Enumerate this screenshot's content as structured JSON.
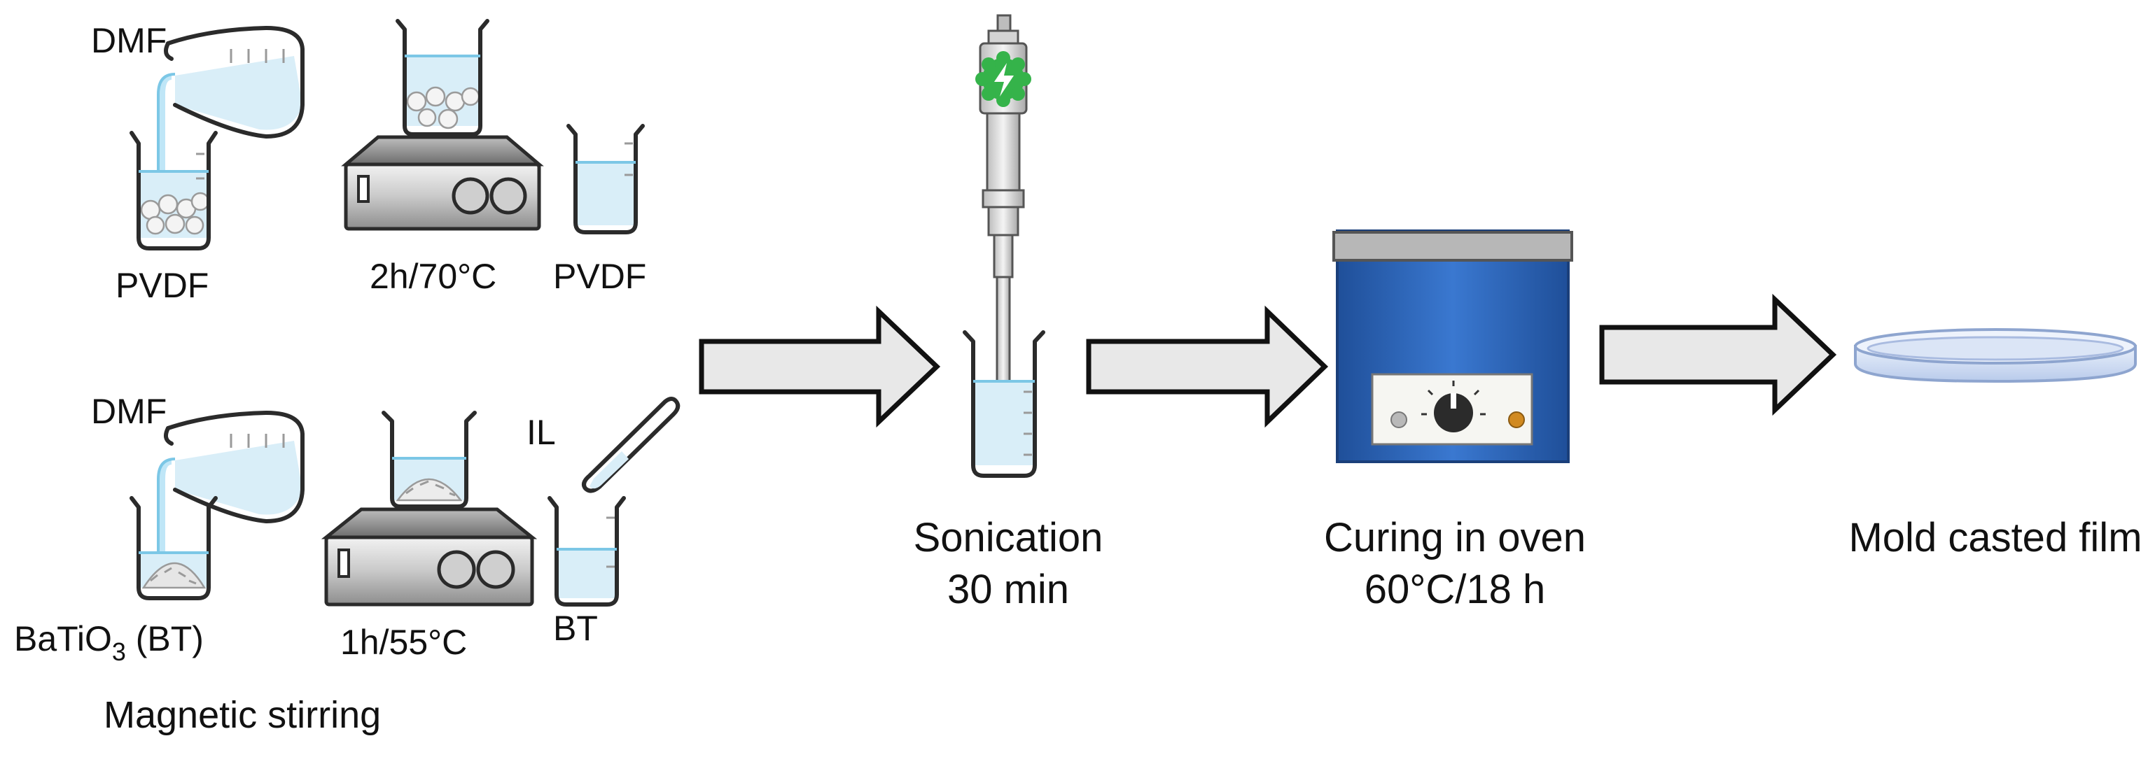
{
  "labels": {
    "dmf_top": "DMF",
    "pvdf_beaker": "PVDF",
    "stir_pvdf": "2h/70°C",
    "pvdf_solution": "PVDF",
    "dmf_bottom": "DMF",
    "il": "IL",
    "bt_beaker_main": "BaTiO",
    "bt_beaker_sub": "3",
    "bt_beaker_tail": " (BT)",
    "stir_bt": "1h/55°C",
    "bt_solution": "BT",
    "magnetic_stirring": "Magnetic stirring",
    "sonication_line1": "Sonication",
    "sonication_line2": "30 min",
    "curing_line1": "Curing in oven",
    "curing_line2": "60°C/18 h",
    "film": "Mold casted film"
  },
  "colors": {
    "arrow_fill": "#e8e8e8",
    "arrow_stroke": "#111111",
    "oven_blue": "#2a62b8",
    "power_green": "#35b34a",
    "liquid": "#d9eef8"
  },
  "icons": [
    "beaker-icon",
    "jug-icon",
    "hotplate-stirrer-icon",
    "test-tube-icon",
    "sonicator-probe-icon",
    "power-icon",
    "oven-icon",
    "knob-icon",
    "petri-dish-icon",
    "process-arrow-icon"
  ]
}
